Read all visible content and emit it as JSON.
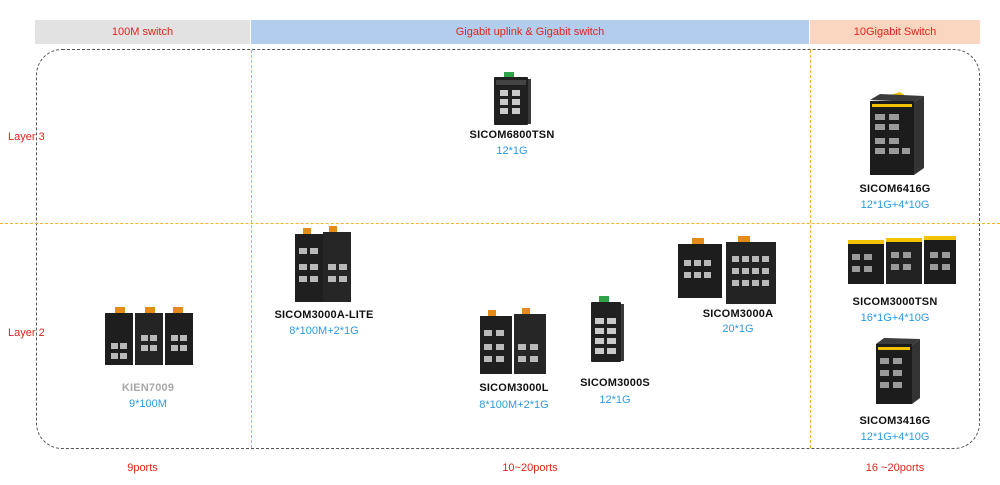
{
  "headers": {
    "col1": "100M switch",
    "col2": "Gigabit uplink & Gigabit switch",
    "col3": "10Gigabit Switch"
  },
  "layers": {
    "layer3": "Layer 3",
    "layer2": "Layer 2"
  },
  "ports": {
    "col1": "9ports",
    "col2": "10~20ports",
    "col3": "16 ~20ports"
  },
  "products": {
    "sicom6800tsn": {
      "name": "SICOM6800TSN",
      "spec": "12*1G"
    },
    "sicom6416g": {
      "name": "SICOM6416G",
      "spec": "12*1G+4*10G"
    },
    "sicom3000a_lite": {
      "name": "SICOM3000A-LITE",
      "spec": "8*100M+2*1G"
    },
    "sicom3000a": {
      "name": "SICOM3000A",
      "spec": "20*1G"
    },
    "sicom3000tsn": {
      "name": "SICOM3000TSN",
      "spec": "16*1G+4*10G"
    },
    "kien7009": {
      "name": "KIEN7009",
      "spec": "9*100M"
    },
    "sicom3000l": {
      "name": "SICOM3000L",
      "spec": "8*100M+2*1G"
    },
    "sicom3000s": {
      "name": "SICOM3000S",
      "spec": "12*1G"
    },
    "sicom3416g": {
      "name": "SICOM3416G",
      "spec": "12*1G+4*10G"
    }
  },
  "colors": {
    "label_red": "#e0241b",
    "spec_blue": "#2b9be0",
    "divider_yellow": "#f2b32c",
    "device_black": "#1e1e1e",
    "device_accent": "#f2c200"
  }
}
